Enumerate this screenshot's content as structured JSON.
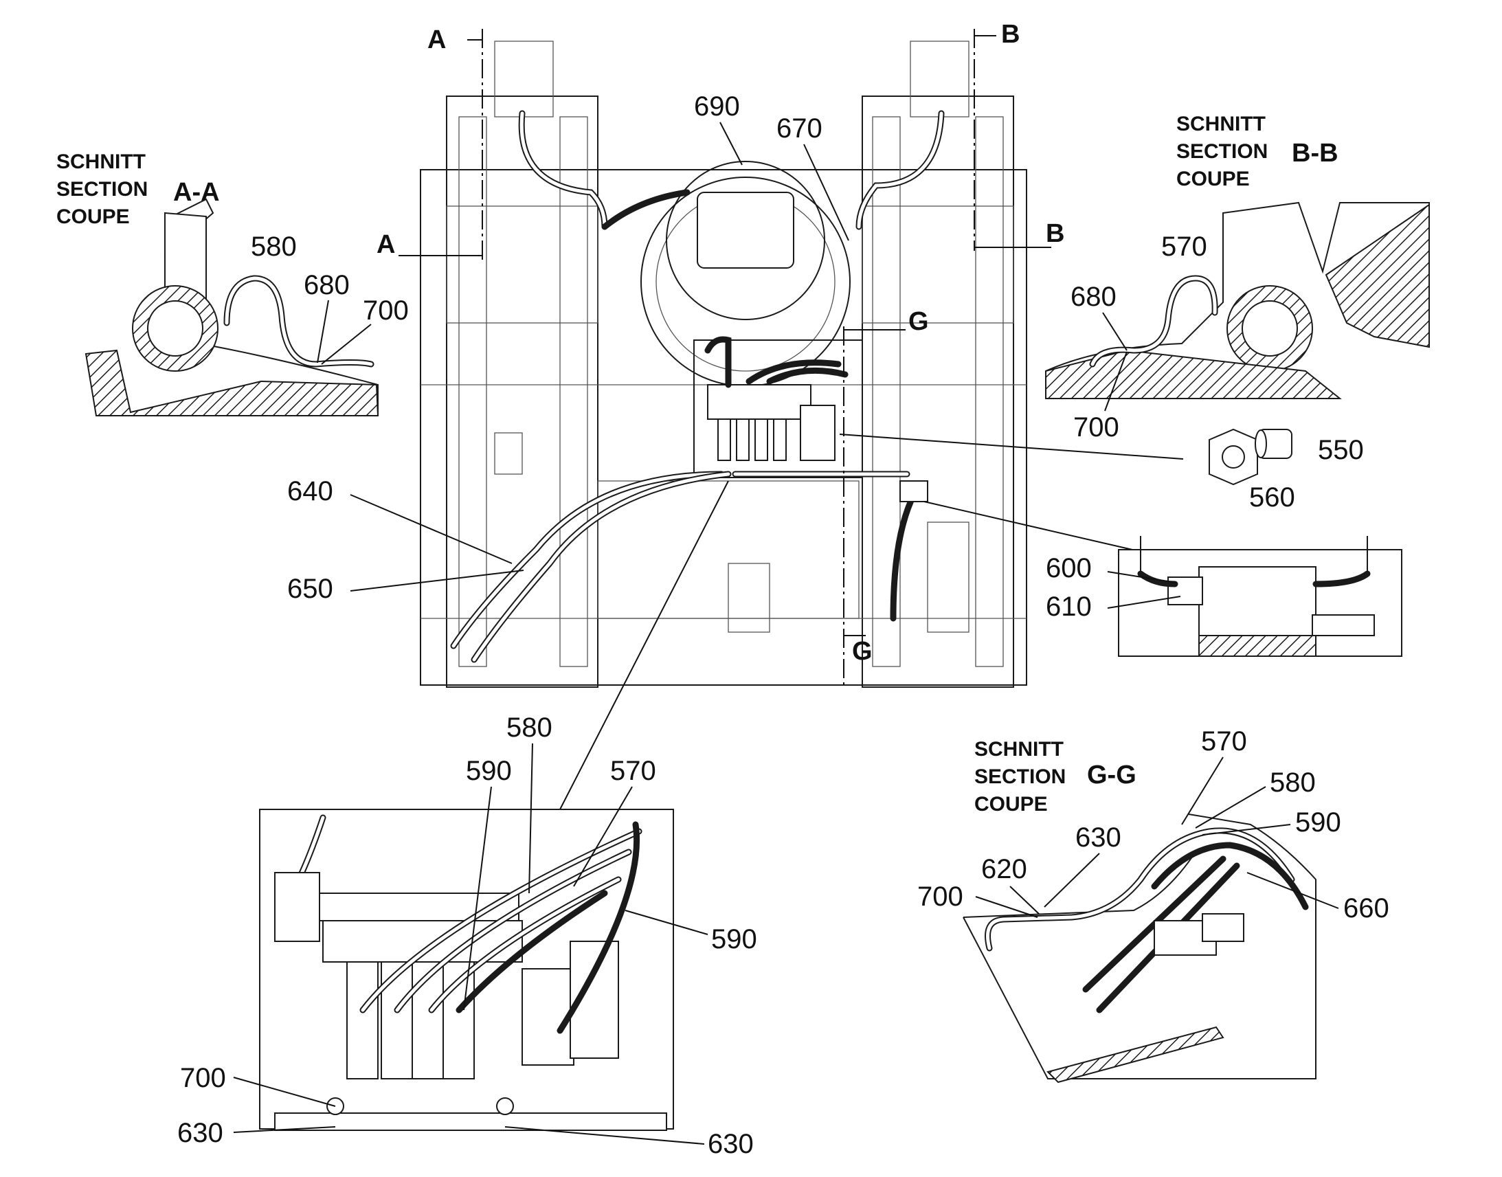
{
  "section_titles": {
    "aa": {
      "lines": [
        "SCHNITT",
        "SECTION",
        "COUPE"
      ],
      "id": "A-A"
    },
    "bb": {
      "lines": [
        "SCHNITT",
        "SECTION",
        "COUPE"
      ],
      "id": "B-B"
    },
    "gg": {
      "lines": [
        "SCHNITT",
        "SECTION",
        "COUPE"
      ],
      "id": "G-G"
    }
  },
  "cut_marks": {
    "a": "A",
    "b": "B",
    "g": "G"
  },
  "callouts": {
    "c690": "690",
    "c670": "670",
    "aa580": "580",
    "aa680": "680",
    "aa700": "700",
    "bb570": "570",
    "bb680": "680",
    "bb700": "700",
    "c550": "550",
    "c560": "560",
    "c640": "640",
    "c650": "650",
    "c600": "600",
    "c610": "610",
    "d580": "580",
    "d590a": "590",
    "d570": "570",
    "d590b": "590",
    "d700": "700",
    "d630a": "630",
    "d630b": "630",
    "g570": "570",
    "g580": "580",
    "g590": "590",
    "g630": "630",
    "g620": "620",
    "g700": "700",
    "g660": "660"
  }
}
